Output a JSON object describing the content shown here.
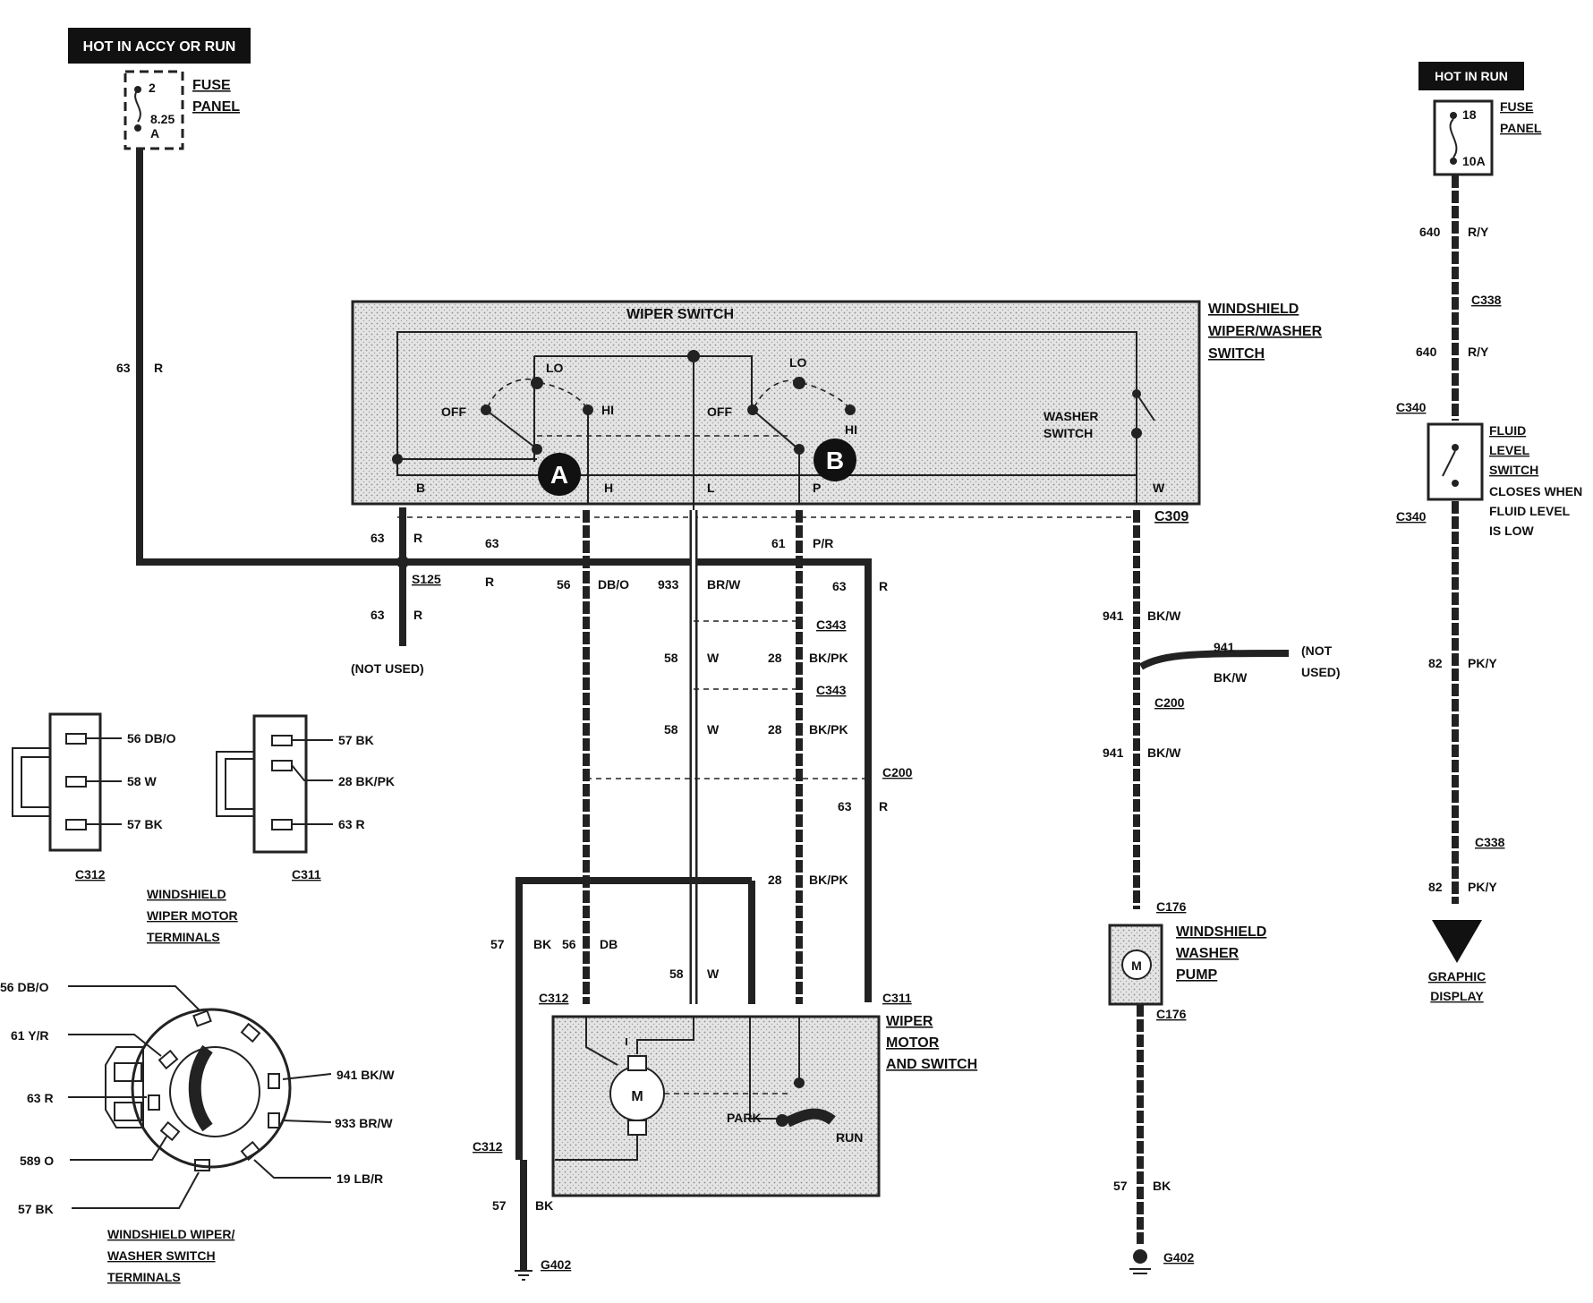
{
  "power": {
    "accy_label": "HOT IN ACCY OR RUN",
    "run_label": "HOT IN RUN"
  },
  "fuse_left": {
    "num": "2",
    "amps": "8.25",
    "letter": "A",
    "label_1": "FUSE",
    "label_2": "PANEL"
  },
  "fuse_right": {
    "num": "18",
    "amps": "10A",
    "label_1": "FUSE",
    "label_2": "PANEL"
  },
  "wiper_switch": {
    "title": "WIPER SWITCH",
    "name_1": "WINDSHIELD",
    "name_2": "WIPER/WASHER",
    "name_3": "SWITCH",
    "lo_a": "LO",
    "hi_a": "HI",
    "off_a": "OFF",
    "lo_b": "LO",
    "hi_b": "HI",
    "off_b": "OFF",
    "circle_a": "A",
    "circle_b": "B",
    "washer_1": "WASHER",
    "washer_2": "SWITCH",
    "pin_b": "B",
    "pin_h": "H",
    "pin_l": "L",
    "pin_p": "P",
    "pin_w": "W"
  },
  "wires": {
    "w63": "63",
    "r": "R",
    "w56": "56",
    "dbo": "DB/O",
    "w933": "933",
    "brw": "BR/W",
    "w61": "61",
    "pr": "P/R",
    "w58": "58",
    "white": "W",
    "w28": "28",
    "bkpk": "BK/PK",
    "w57": "57",
    "bk": "BK",
    "db": "DB",
    "w941": "941",
    "bkw": "BK/W",
    "w640": "640",
    "ry": "R/Y",
    "w82": "82",
    "pky": "PK/Y"
  },
  "splice": "S125",
  "not_used_left": "(NOT USED)",
  "not_used_right_1": "(NOT",
  "not_used_right_2": "USED)",
  "connectors": {
    "c309": "C309",
    "c343": "C343",
    "c200": "C200",
    "c312": "C312",
    "c311": "C311",
    "c176": "C176",
    "c338": "C338",
    "c340": "C340"
  },
  "ground": "G402",
  "motor": {
    "name_1": "WIPER",
    "name_2": "MOTOR",
    "name_3": "AND SWITCH",
    "m": "M",
    "park": "PARK",
    "run": "RUN"
  },
  "pump": {
    "name_1": "WINDSHIELD",
    "name_2": "WASHER",
    "name_3": "PUMP",
    "m": "M"
  },
  "fluid": {
    "name_1": "FLUID",
    "name_2": "LEVEL",
    "name_3": "SWITCH",
    "note_1": "CLOSES WHEN",
    "note_2": "FLUID LEVEL",
    "note_3": "IS LOW"
  },
  "graphic_display": {
    "line_1": "GRAPHIC",
    "line_2": "DISPLAY"
  },
  "motor_terminals": {
    "c312_pins": [
      "56 DB/O",
      "58 W",
      "57 BK"
    ],
    "c311_pins": [
      "57 BK",
      "28 BK/PK",
      "63 R"
    ],
    "c312": "C312",
    "c311": "C311",
    "label_1": "WINDSHIELD",
    "label_2": "WIPER MOTOR",
    "label_3": "TERMINALS"
  },
  "switch_terminals": {
    "left_pins": [
      "56 DB/O",
      "61 Y/R",
      "63 R",
      "589 O",
      "57 BK"
    ],
    "right_pins": [
      "941 BK/W",
      "933 BR/W",
      "19 LB/R"
    ],
    "label_1": "WINDSHIELD WIPER/",
    "label_2": "WASHER SWITCH",
    "label_3": "TERMINALS"
  }
}
